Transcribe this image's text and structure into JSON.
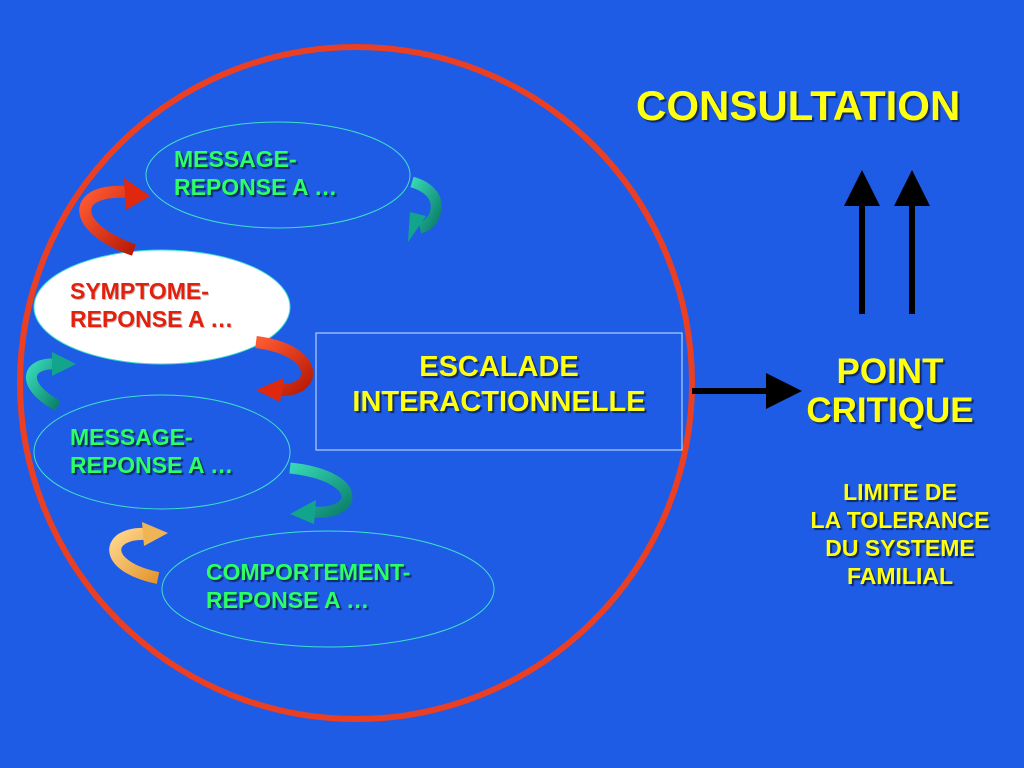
{
  "colors": {
    "background": "#1f5ce6",
    "big_circle": "#ea3f22",
    "loop_outline": "#3ee0cc",
    "message_text": "#2cff63",
    "symptom_text": "#e4200c",
    "highlight_text": "#ffff10",
    "red_arrow": "#e0280e",
    "teal_arrow": "#13a58b",
    "orange_arrow": "#f1b455"
  },
  "loops": {
    "message_top": {
      "line1": "MESSAGE-",
      "line2": "REPONSE A …"
    },
    "symptom": {
      "line1": "SYMPTOME-",
      "line2": "REPONSE A …"
    },
    "message_mid": {
      "line1": "MESSAGE-",
      "line2": "REPONSE A …"
    },
    "behavior": {
      "line1": "COMPORTEMENT-",
      "line2": "REPONSE A …"
    }
  },
  "escalation": {
    "line1": "ESCALADE",
    "line2": "INTERACTIONNELLE"
  },
  "consultation": "CONSULTATION",
  "critical_point": {
    "line1": "POINT",
    "line2": "CRITIQUE"
  },
  "tolerance": {
    "line1": "LIMITE DE",
    "line2": "LA TOLERANCE",
    "line3": "DU SYSTEME",
    "line4": "FAMILIAL"
  }
}
